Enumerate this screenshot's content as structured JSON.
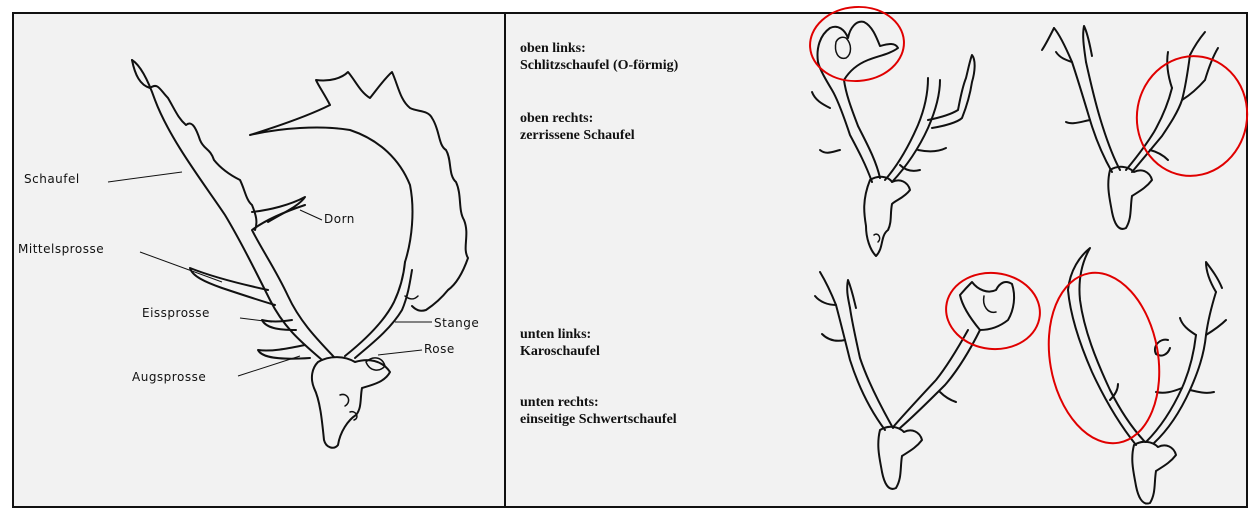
{
  "diagram": {
    "labels": {
      "schaufel": "Schaufel",
      "dorn": "Dorn",
      "mittelsprosse": "Mittelsprosse",
      "eissprosse": "Eissprosse",
      "stange": "Stange",
      "rose": "Rose",
      "augsprosse": "Augsprosse"
    }
  },
  "notes": {
    "oben_links_title": "oben links:",
    "oben_links_text": "Schlitzschaufel (O-förmig)",
    "oben_rechts_title": "oben rechts:",
    "oben_rechts_text": "zerrissene Schaufel",
    "unten_links_title": "unten links:",
    "unten_links_text": "Karoschaufel",
    "unten_rechts_title": "unten rechts:",
    "unten_rechts_text": "einseitige Schwertschaufel"
  },
  "colors": {
    "highlight": "#e00000",
    "line": "#111111",
    "background": "#f2f2f2"
  }
}
